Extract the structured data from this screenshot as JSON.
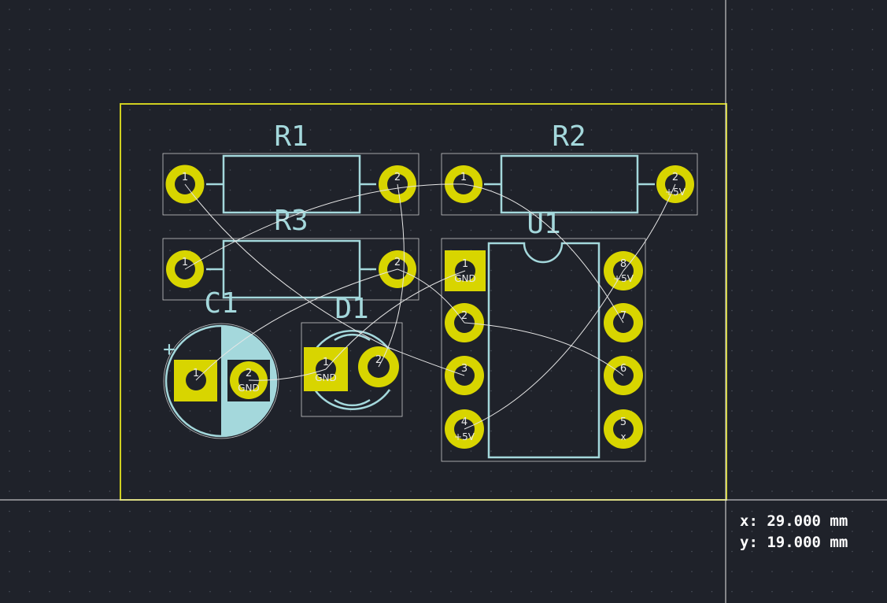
{
  "cursor_readout": {
    "x": "x: 29.000 mm",
    "y": "y: 19.000 mm"
  },
  "colors": {
    "background": "#1f222a",
    "grid_dot": "#4a4f5a",
    "board_outline": "#d0d020",
    "pad_copper": "#d8d500",
    "pad_hole": "#1f222a",
    "silkscreen": "#a4d8dc",
    "courtyard": "#c8c8c8",
    "ratsnest": "#e6e6e6",
    "crosshair": "#e8e8e8"
  },
  "components": {
    "r1": {
      "ref": "R1",
      "pad1_num": "1",
      "pad2_num": "2",
      "pad1_net": "",
      "pad2_net": ""
    },
    "r2": {
      "ref": "R2",
      "pad1_num": "1",
      "pad2_num": "2",
      "pad1_net": "",
      "pad2_net": "+5V"
    },
    "r3": {
      "ref": "R3",
      "pad1_num": "1",
      "pad2_num": "2",
      "pad1_net": "",
      "pad2_net": ""
    },
    "c1": {
      "ref": "C1",
      "polarity": "+",
      "pad1_num": "1",
      "pad2_num": "2",
      "pad1_net": "",
      "pad2_net": "GND"
    },
    "d1": {
      "ref": "D1",
      "pad1_num": "1",
      "pad2_num": "2",
      "pad1_net": "GND",
      "pad2_net": ""
    },
    "u1": {
      "ref": "U1",
      "pins": [
        {
          "num": "1",
          "net": "GND"
        },
        {
          "num": "2",
          "net": ""
        },
        {
          "num": "3",
          "net": ""
        },
        {
          "num": "4",
          "net": "+5V"
        },
        {
          "num": "5",
          "net": "x"
        },
        {
          "num": "6",
          "net": ""
        },
        {
          "num": "7",
          "net": ""
        },
        {
          "num": "8",
          "net": "+5V"
        }
      ]
    }
  }
}
